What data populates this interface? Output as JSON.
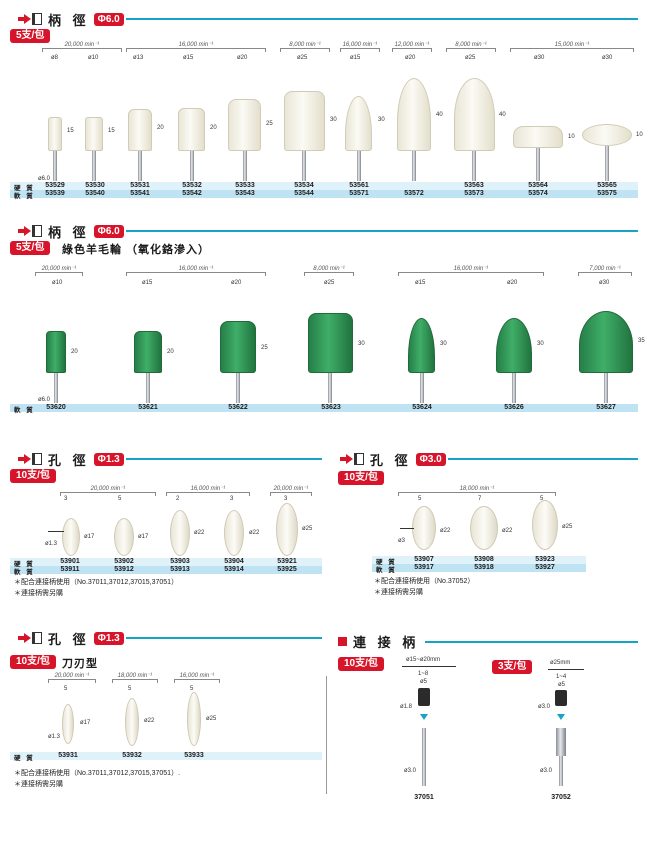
{
  "s1": {
    "label": "柄 徑",
    "badge": "Φ6.0",
    "pack": "5支/包",
    "speeds": [
      "20,000 min⁻¹",
      "16,000 min⁻¹",
      "8,000 min⁻¹",
      "16,000 min⁻¹",
      "12,000 min⁻¹",
      "8,000 min⁻¹",
      "15,000 min⁻¹"
    ],
    "dias": [
      "ø8",
      "ø10",
      "ø13",
      "ø15",
      "ø20",
      "ø25",
      "ø15",
      "ø20",
      "ø25",
      "ø30",
      "ø30"
    ],
    "lens": [
      "15",
      "15",
      "20",
      "20",
      "25",
      "30",
      "30",
      "40",
      "40",
      "10",
      "10"
    ],
    "shank": "ø6.0",
    "row_hard": "硬 質",
    "row_soft": "軟 質",
    "hard": [
      "53529",
      "53530",
      "53531",
      "53532",
      "53533",
      "53534",
      "53561",
      "",
      "53563",
      "53564",
      "53565"
    ],
    "soft": [
      "53539",
      "53540",
      "53541",
      "53542",
      "53543",
      "53544",
      "53571",
      "53572",
      "53573",
      "53574",
      "53575"
    ]
  },
  "s2": {
    "label": "柄 徑",
    "badge": "Φ6.0",
    "pack": "5支/包",
    "subtitle": "綠色羊毛輪 （氧化鉻滲入）",
    "speeds": [
      "20,000 min⁻¹",
      "16,000 min⁻¹",
      "8,000 min⁻¹",
      "16,000 min⁻¹",
      "7,000 min⁻¹"
    ],
    "dias": [
      "ø10",
      "ø15",
      "ø20",
      "ø25",
      "ø15",
      "ø20",
      "ø30"
    ],
    "lens": [
      "20",
      "20",
      "25",
      "30",
      "30",
      "30",
      "35"
    ],
    "shank": "ø6.0",
    "row_soft": "軟 質",
    "codes": [
      "53620",
      "53621",
      "53622",
      "53623",
      "53624",
      "53626",
      "53627"
    ]
  },
  "s3": {
    "label": "孔 徑",
    "badge": "Φ1.3",
    "pack": "10支/包",
    "speeds": [
      "20,000 min⁻¹",
      "16,000 min⁻¹",
      "20,000 min⁻¹"
    ],
    "thick": [
      "3",
      "5",
      "2",
      "3",
      "3"
    ],
    "dias": [
      "ø17",
      "ø17",
      "ø22",
      "ø22",
      "ø25"
    ],
    "bore": "ø1.3",
    "row_hard": "硬 質",
    "row_soft": "軟 質",
    "hard": [
      "53901",
      "53902",
      "53903",
      "53904",
      "53921"
    ],
    "soft": [
      "53911",
      "53912",
      "53913",
      "53914",
      "53925"
    ],
    "note1": "＊配合連接柄使用（No.37011,37012,37015,37051）",
    "note2": "＊連接柄需另購"
  },
  "s4": {
    "label": "孔 徑",
    "badge": "Φ3.0",
    "pack": "10支/包",
    "speed": "18,000 min⁻¹",
    "thick": [
      "5",
      "7",
      "5"
    ],
    "dias": [
      "ø22",
      "ø22",
      "ø25"
    ],
    "bore": "ø3",
    "row_hard": "硬 質",
    "row_soft": "軟 質",
    "hard": [
      "53907",
      "53908",
      "53923"
    ],
    "soft": [
      "53917",
      "53918",
      "53927"
    ],
    "note1": "＊配合連接柄使用（No.37052）",
    "note2": "＊連接柄需另購"
  },
  "s5": {
    "label": "孔 徑",
    "badge": "Φ1.3",
    "pack": "10支/包",
    "subtitle": "刀刃型",
    "speeds": [
      "20,000 min⁻¹",
      "18,000 min⁻¹",
      "16,000 min⁻¹"
    ],
    "thick": [
      "5",
      "5",
      "5"
    ],
    "dias": [
      "ø17",
      "ø22",
      "ø25"
    ],
    "bore": "ø1.3",
    "row_hard": "硬 質",
    "codes": [
      "53931",
      "53932",
      "53933"
    ],
    "note1": "＊配合連接柄使用（No.37011,37012,37015,37051）.",
    "note2": "＊連接柄需另購"
  },
  "s6": {
    "title": "連 接 柄",
    "packs": [
      "10支/包",
      "3支/包"
    ],
    "ranges": [
      "ø15~ø20mm",
      "ø25mm"
    ],
    "widths": [
      "1~8",
      "1~4"
    ],
    "heads": [
      "ø5",
      "ø5"
    ],
    "bores": [
      "ø1.8",
      "ø3.0"
    ],
    "shanks": [
      "ø3.0",
      "ø3.0"
    ],
    "codes": [
      "37051",
      "37052"
    ]
  },
  "colors": {
    "accent": "#d7152a",
    "rule": "#17a3c7",
    "band": "#dff1f9",
    "green": "#2f9457",
    "felt": "#f4f2e6"
  }
}
